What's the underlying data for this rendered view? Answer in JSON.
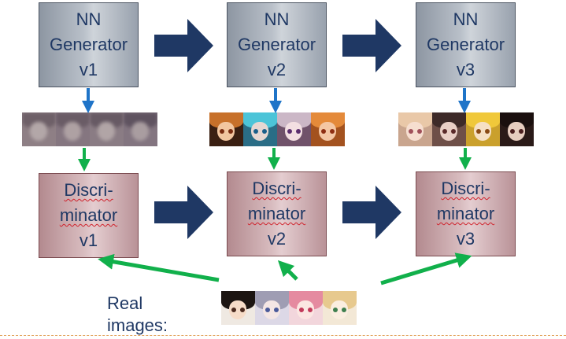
{
  "generators": [
    {
      "line1": "NN",
      "line2": "Generator",
      "line3": "v1"
    },
    {
      "line1": "NN",
      "line2": "Generator",
      "line3": "v2"
    },
    {
      "line1": "NN",
      "line2": "Generator",
      "line3": "v3"
    }
  ],
  "discriminators": [
    {
      "line1": "Discri-",
      "line2": "minator",
      "line3": "v1"
    },
    {
      "line1": "Discri-",
      "line2": "minator",
      "line3": "v2"
    },
    {
      "line1": "Discri-",
      "line2": "minator",
      "line3": "v3"
    }
  ],
  "real_images_label": "Real images:",
  "colors": {
    "text": "#1f3864",
    "big_arrow": "#1f3864",
    "blue_arrow": "#1f74c8",
    "green_arrow": "#11b04b"
  }
}
